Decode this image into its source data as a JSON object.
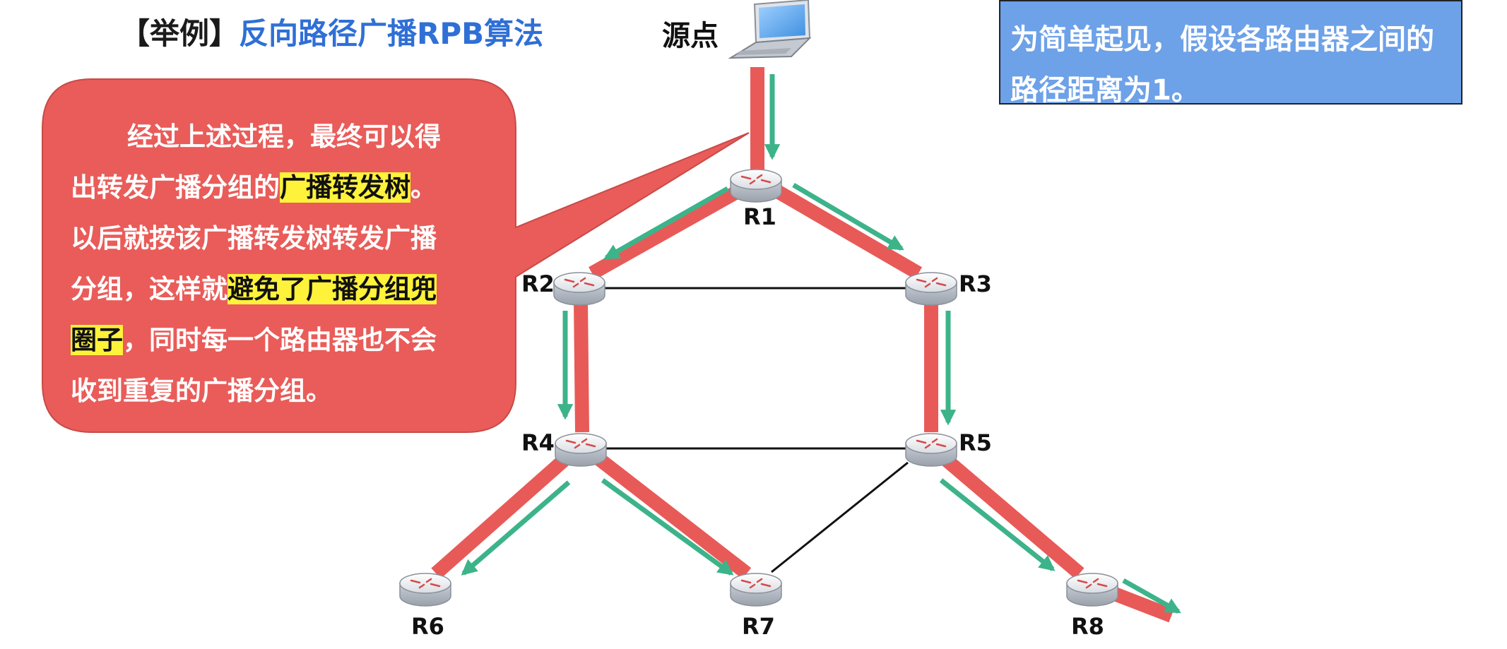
{
  "title": {
    "prefix": "【举例】",
    "main": "反向路径广播RPB算法"
  },
  "info_box": {
    "line1": "为简单起见，假设各路由器之间的",
    "line2": "路径距离为1。"
  },
  "callout": {
    "p1": "经过上述过程，最终可以得",
    "p2": "出转发广播分组的",
    "p2_hl": "广播转发树",
    "p2_end": "。",
    "p3": "以后就按该广播转发树转发广播",
    "p4": "分组，这样就",
    "p4_hl": "避免了广播分组兜",
    "p5_hl": "圈子",
    "p5": "，同时每一个路由器也不会",
    "p6": "收到重复的广播分组。"
  },
  "source_label": "源点",
  "routers": {
    "r1": "R1",
    "r2": "R2",
    "r3": "R3",
    "r4": "R4",
    "r5": "R5",
    "r6": "R6",
    "r7": "R7",
    "r8": "R8"
  },
  "colors": {
    "tree_path": "#e85a57",
    "forward_arrow": "#3db38a",
    "callout_bg": "#e95c59",
    "info_bg": "#6da1e8",
    "highlight": "#fff23a"
  }
}
